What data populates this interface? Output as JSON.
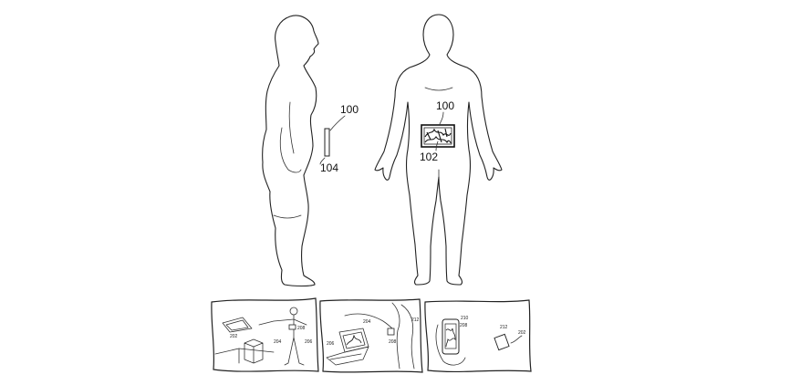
{
  "side_view": {
    "device_label": "100",
    "edge_label": "104"
  },
  "front_view": {
    "device_label": "100",
    "screen_label": "102"
  },
  "panels": [
    {
      "labels": [
        "202",
        "204",
        "206",
        "208"
      ]
    },
    {
      "labels": [
        "204",
        "206",
        "208",
        "212"
      ]
    },
    {
      "labels": [
        "210",
        "208",
        "212",
        "202"
      ]
    }
  ]
}
